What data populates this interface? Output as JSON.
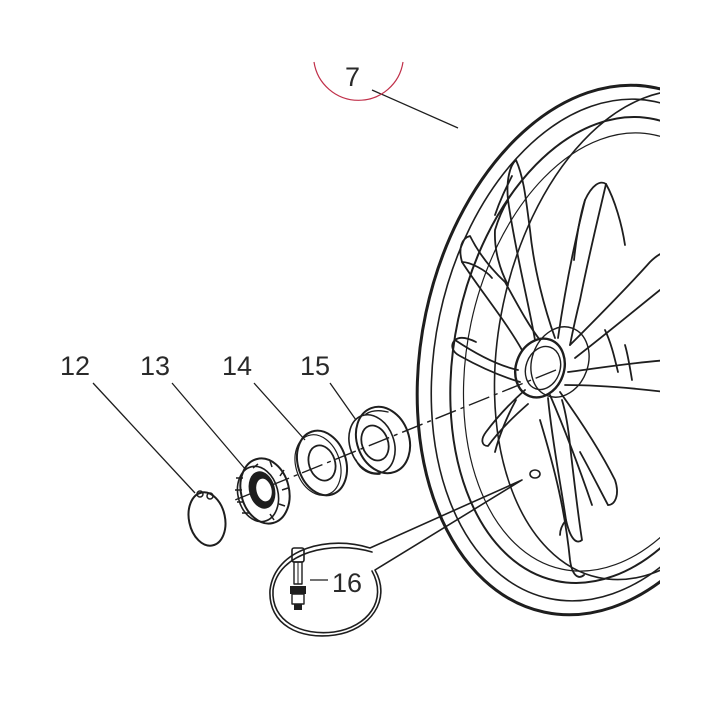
{
  "diagram": {
    "colors": {
      "ink": "#1e1e1e",
      "paper": "#ffffff",
      "highlight": "#c0304a"
    },
    "callouts": [
      {
        "id": "7",
        "label": "7",
        "part": "wheel-rim"
      },
      {
        "id": "12",
        "label": "12",
        "part": "circlip"
      },
      {
        "id": "13",
        "label": "13",
        "part": "ring-nut"
      },
      {
        "id": "14",
        "label": "14",
        "part": "washer"
      },
      {
        "id": "15",
        "label": "15",
        "part": "bearing-spacer"
      },
      {
        "id": "16",
        "label": "16",
        "part": "tyre-valve"
      }
    ]
  }
}
